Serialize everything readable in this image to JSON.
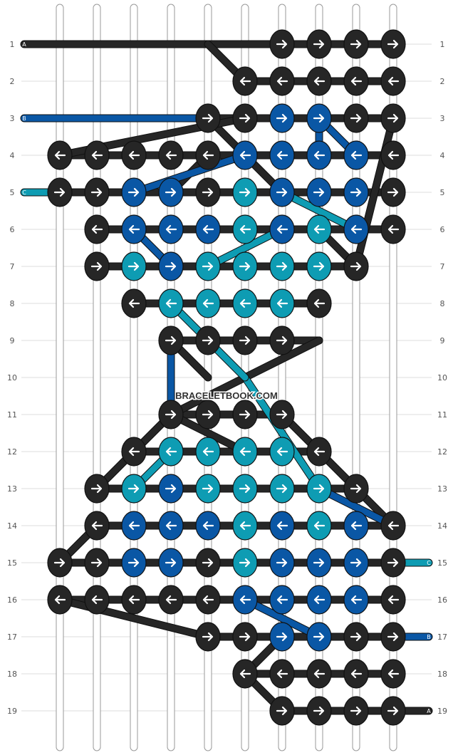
{
  "watermark": "BRACELETBOOK.COM",
  "colors": {
    "A": "#262626",
    "B": "#0a57a5",
    "C": "#0e9cb3",
    "outline": "#111111",
    "string_edge": "#999999",
    "string_fill": "#ffffff",
    "grid_line": "#dddddd"
  },
  "left_labels": [
    "A",
    "B",
    "C"
  ],
  "right_labels": [
    "C",
    "B",
    "A"
  ],
  "row_numbers": [
    "1",
    "2",
    "3",
    "4",
    "5",
    "6",
    "7",
    "8",
    "9",
    "10",
    "11",
    "12",
    "13",
    "14",
    "15",
    "16",
    "17",
    "18",
    "19"
  ],
  "rows": [
    "......AR.AR.AR.AR",
    ".....AL.AL.AL.AL.AL",
    "....AR.AR.BR.BR.AR.AR",
    "AL.AL.AL.AL.AL.BL.BL.BL.BL.AL",
    "AR.AR.BR.BR.AR.CR.BR.BR.BR.AR",
    ".AL.BL.BL.BL.CL.BL.CL.BL.AL.",
    ".AR.CR.BR.CR.CR.CR.CR.AR..",
    "..AL.CL.CL.CL.CL.AL...",
    "...AR.AR.AR.AR....",
    "..........",
    "...AR.AR.AR.AR....",
    "..AL.CL.CL.CL.CL.AL...",
    ".AR.CR.BR.CR.CR.CR.CR.AR..",
    ".AL.BL.BL.BL.CL.BL.CL.BL.AL.",
    "AR.AR.BR.BR.AR.CR.BR.BR.BR.AR",
    "AL.AL.AL.AL.AL.BL.BL.BL.BL.AL",
    "....AR.AR.BR.BR.AR.AR",
    ".....AL.AL.AL.AL.AL",
    "......AR.AR.AR.AR"
  ]
}
